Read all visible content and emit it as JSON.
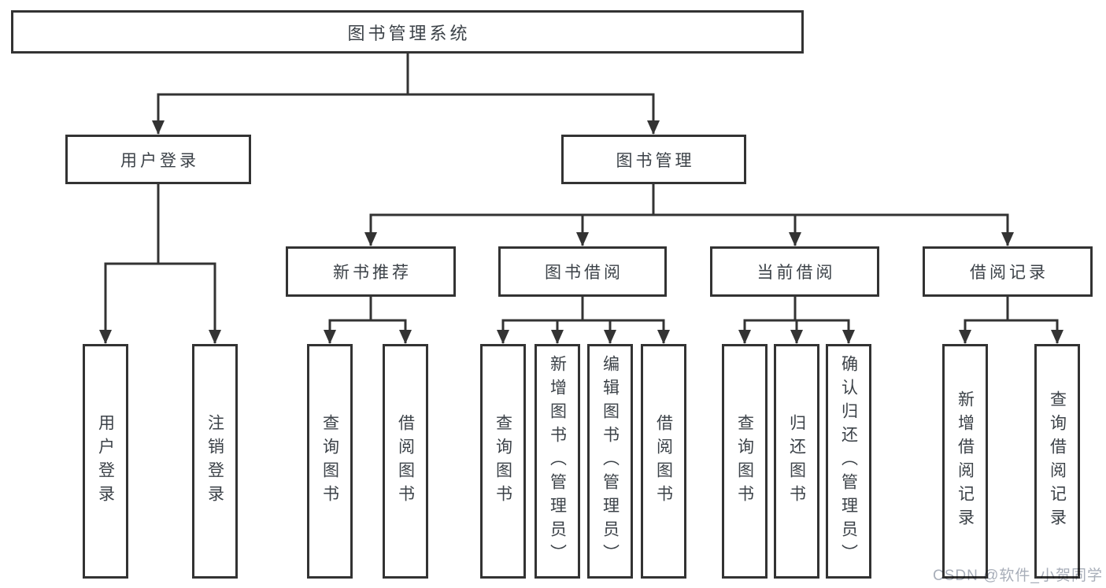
{
  "diagram": {
    "type": "hierarchy-tree",
    "colors": {
      "background": "#ffffff",
      "line": "#333333",
      "box_border": "#333333",
      "text": "#3c4248",
      "watermark": "#a8aeb9"
    },
    "root": {
      "label": "图书管理系统"
    },
    "branches": [
      {
        "label": "用户登录",
        "leaves": [
          {
            "label": "用户登录"
          },
          {
            "label": "注销登录"
          }
        ]
      },
      {
        "label": "图书管理",
        "groups": [
          {
            "label": "新书推荐",
            "leaves": [
              {
                "label": "查询图书"
              },
              {
                "label": "借阅图书"
              }
            ]
          },
          {
            "label": "图书借阅",
            "leaves": [
              {
                "label": "查询图书"
              },
              {
                "label": "新增图书（管理员）"
              },
              {
                "label": "编辑图书（管理员）"
              },
              {
                "label": "借阅图书"
              }
            ]
          },
          {
            "label": "当前借阅",
            "leaves": [
              {
                "label": "查询图书"
              },
              {
                "label": "归还图书"
              },
              {
                "label": "确认归还（管理员）"
              }
            ]
          },
          {
            "label": "借阅记录",
            "leaves": [
              {
                "label": "新增借阅记录"
              },
              {
                "label": "查询借阅记录"
              }
            ]
          }
        ]
      }
    ],
    "watermark": "CSDN @软件_小贺同学"
  }
}
